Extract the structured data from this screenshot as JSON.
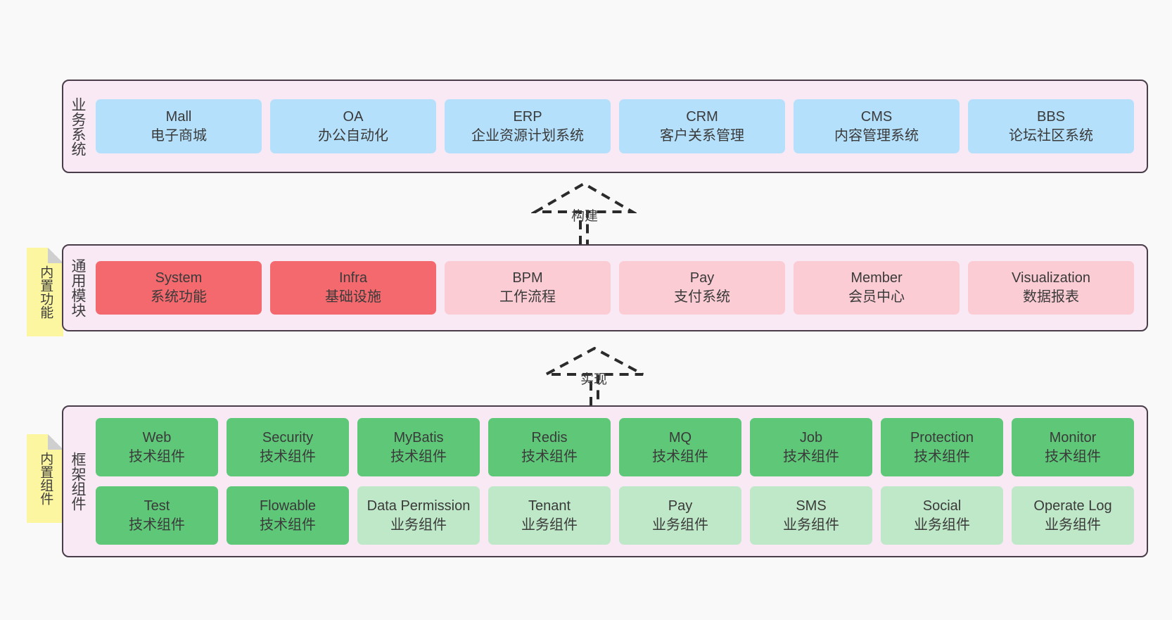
{
  "diagram": {
    "background_color": "#f9f9f9",
    "band_fill": "#f8e9f4",
    "band_border": "#4a3d4a",
    "colors": {
      "blue": "#b5e0fb",
      "red": "#f4696e",
      "pink": "#fbccd4",
      "green": "#5ec878",
      "light_green": "#bfe8c8",
      "note_yellow": "#fcf6a0"
    }
  },
  "layers": {
    "business": {
      "title": "业务系统",
      "cards": [
        {
          "name": "Mall",
          "desc": "电子商城"
        },
        {
          "name": "OA",
          "desc": "办公自动化"
        },
        {
          "name": "ERP",
          "desc": "企业资源计划系统"
        },
        {
          "name": "CRM",
          "desc": "客户关系管理"
        },
        {
          "name": "CMS",
          "desc": "内容管理系统"
        },
        {
          "name": "BBS",
          "desc": "论坛社区系统"
        }
      ]
    },
    "common": {
      "title": "通用模块",
      "note": "内置功能",
      "cards": [
        {
          "name": "System",
          "desc": "系统功能",
          "style": "red"
        },
        {
          "name": "Infra",
          "desc": "基础设施",
          "style": "red"
        },
        {
          "name": "BPM",
          "desc": "工作流程",
          "style": "pink"
        },
        {
          "name": "Pay",
          "desc": "支付系统",
          "style": "pink"
        },
        {
          "name": "Member",
          "desc": "会员中心",
          "style": "pink"
        },
        {
          "name": "Visualization",
          "desc": "数据报表",
          "style": "pink"
        }
      ]
    },
    "framework": {
      "title": "框架组件",
      "note": "内置组件",
      "row1": [
        {
          "name": "Web",
          "desc": "技术组件",
          "style": "green"
        },
        {
          "name": "Security",
          "desc": "技术组件",
          "style": "green"
        },
        {
          "name": "MyBatis",
          "desc": "技术组件",
          "style": "green"
        },
        {
          "name": "Redis",
          "desc": "技术组件",
          "style": "green"
        },
        {
          "name": "MQ",
          "desc": "技术组件",
          "style": "green"
        },
        {
          "name": "Job",
          "desc": "技术组件",
          "style": "green"
        },
        {
          "name": "Protection",
          "desc": "技术组件",
          "style": "green"
        },
        {
          "name": "Monitor",
          "desc": "技术组件",
          "style": "green"
        }
      ],
      "row2": [
        {
          "name": "Test",
          "desc": "技术组件",
          "style": "green"
        },
        {
          "name": "Flowable",
          "desc": "技术组件",
          "style": "green"
        },
        {
          "name": "Data Permission",
          "desc": "业务组件",
          "style": "light_green"
        },
        {
          "name": "Tenant",
          "desc": "业务组件",
          "style": "light_green"
        },
        {
          "name": "Pay",
          "desc": "业务组件",
          "style": "light_green"
        },
        {
          "name": "SMS",
          "desc": "业务组件",
          "style": "light_green"
        },
        {
          "name": "Social",
          "desc": "业务组件",
          "style": "light_green"
        },
        {
          "name": "Operate Log",
          "desc": "业务组件",
          "style": "light_green"
        }
      ]
    }
  },
  "connectors": [
    {
      "label": "构建",
      "from": "common",
      "to": "business"
    },
    {
      "label": "实现",
      "from": "framework",
      "to": "common"
    }
  ]
}
